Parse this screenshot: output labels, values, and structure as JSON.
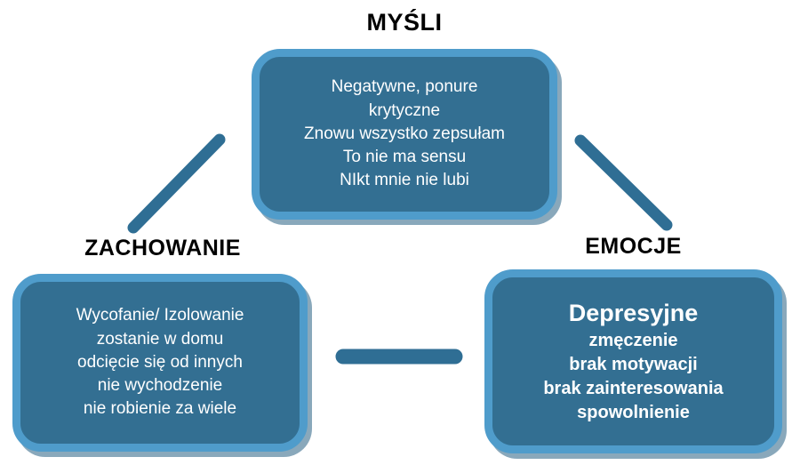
{
  "diagram": {
    "title": "CBT triangle (depression) in Polish",
    "colors": {
      "box_fill": "#336f92",
      "box_border": "#4f9ccb",
      "connector": "#2f6e94",
      "label_text": "#000000",
      "box_text": "#ffffff"
    },
    "nodes": [
      {
        "id": "thoughts",
        "label": "MYŚLI",
        "lines": [
          "Negatywne, ponure",
          "krytyczne",
          "Znowu wszystko zepsułam",
          "To nie ma sensu",
          "NIkt mnie nie lubi"
        ]
      },
      {
        "id": "behavior",
        "label": "ZACHOWANIE",
        "lines": [
          "Wycofanie/ Izolowanie",
          "zostanie w domu",
          "odcięcie się od innych",
          "nie wychodzenie",
          "nie robienie za wiele"
        ]
      },
      {
        "id": "emotions",
        "label": "EMOCJE",
        "lines": [
          "Depresyjne",
          "zmęczenie",
          "brak motywacji",
          "brak zainteresowania",
          "spowolnienie"
        ]
      }
    ],
    "connectors": [
      {
        "from": "behavior",
        "to": "thoughts"
      },
      {
        "from": "thoughts",
        "to": "emotions"
      },
      {
        "from": "behavior",
        "to": "emotions"
      }
    ]
  }
}
